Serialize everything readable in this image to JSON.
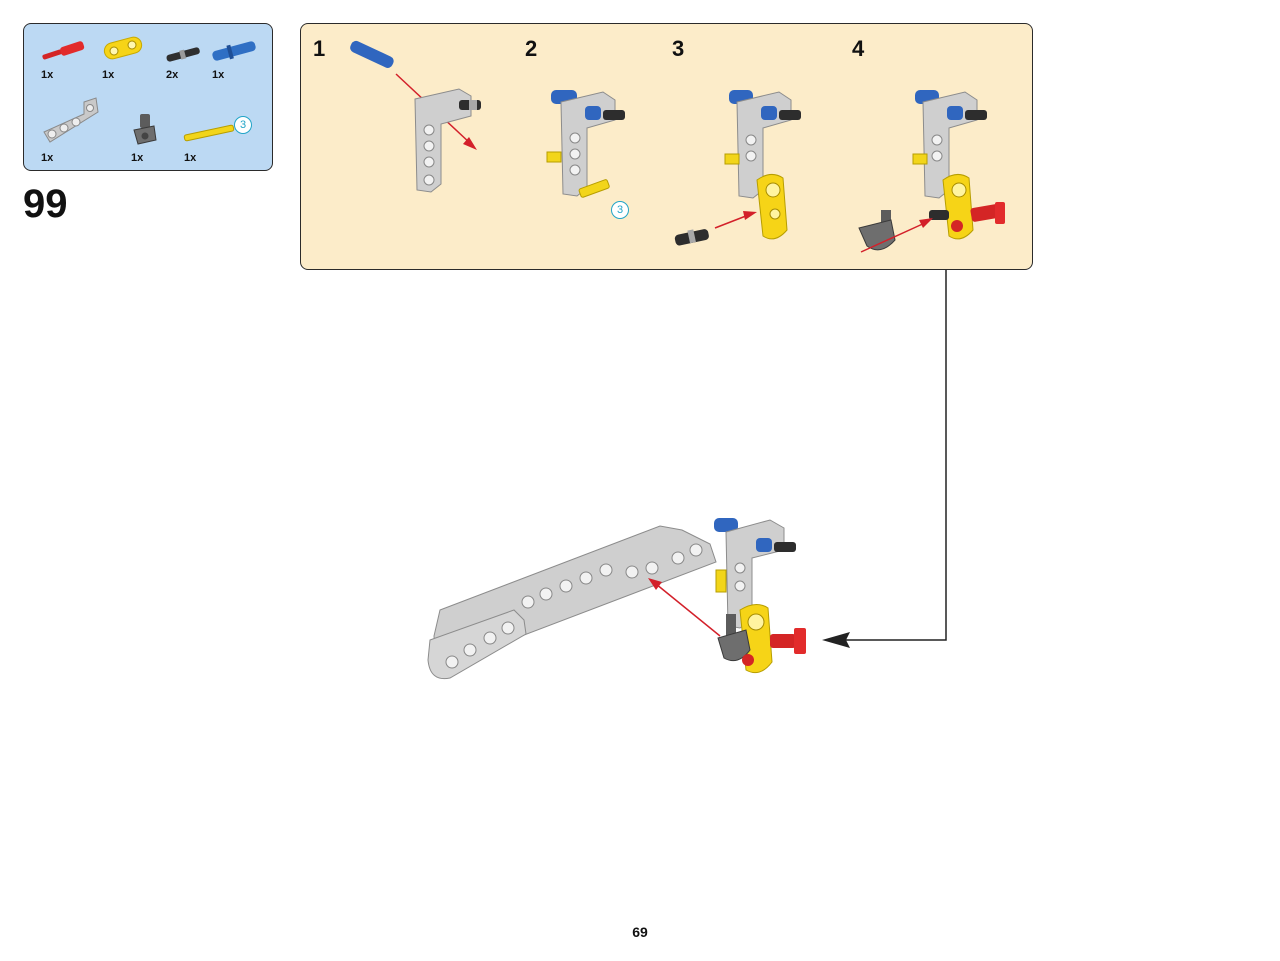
{
  "parts_list": {
    "items": [
      {
        "qty": "1x",
        "part": "red-axle-pin-icon"
      },
      {
        "qty": "1x",
        "part": "yellow-connector-icon"
      },
      {
        "qty": "2x",
        "part": "black-pin-icon"
      },
      {
        "qty": "1x",
        "part": "blue-axle-pin-icon"
      },
      {
        "qty": "1x",
        "part": "gray-l-beam-icon"
      },
      {
        "qty": "1x",
        "part": "dark-gray-connector-icon"
      },
      {
        "qty": "1x",
        "part": "yellow-axle-icon"
      }
    ],
    "axle_length": "3"
  },
  "step": {
    "number": "99"
  },
  "substeps": [
    {
      "label": "1"
    },
    {
      "label": "2",
      "callout": "3"
    },
    {
      "label": "3"
    },
    {
      "label": "4"
    }
  ],
  "page": {
    "number": "69"
  },
  "colors": {
    "parts_bg": "#bcd9f3",
    "substep_bg": "#fcecc9",
    "arrow": "#d3202a",
    "callout": "#22a5c8"
  }
}
